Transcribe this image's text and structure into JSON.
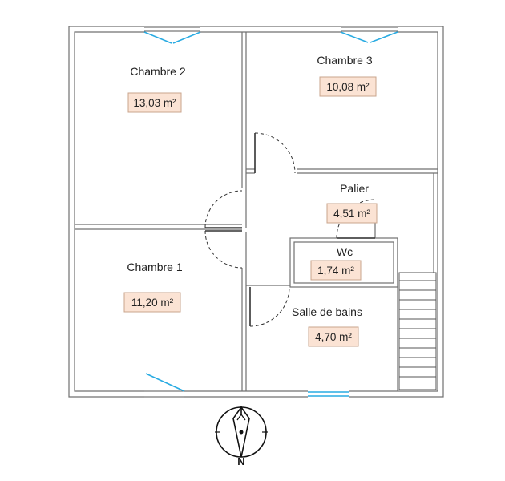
{
  "rooms": [
    {
      "id": "chambre-2",
      "name": "Chambre 2",
      "area": "13,03 m²"
    },
    {
      "id": "chambre-3",
      "name": "Chambre 3",
      "area": "10,08 m²"
    },
    {
      "id": "palier",
      "name": "Palier",
      "area": "4,51 m²"
    },
    {
      "id": "wc",
      "name": "Wc",
      "area": "1,74 m²"
    },
    {
      "id": "chambre-1",
      "name": "Chambre 1",
      "area": "11,20 m²"
    },
    {
      "id": "salle-de-bains",
      "name": "Salle de bains",
      "area": "4,70 m²"
    }
  ],
  "compass": {
    "label": "N"
  },
  "colors": {
    "wall": "#707070",
    "window": "#29abe2",
    "area_fill": "#fbe3d4",
    "area_stroke": "#c9a48c",
    "door": "#333333"
  }
}
